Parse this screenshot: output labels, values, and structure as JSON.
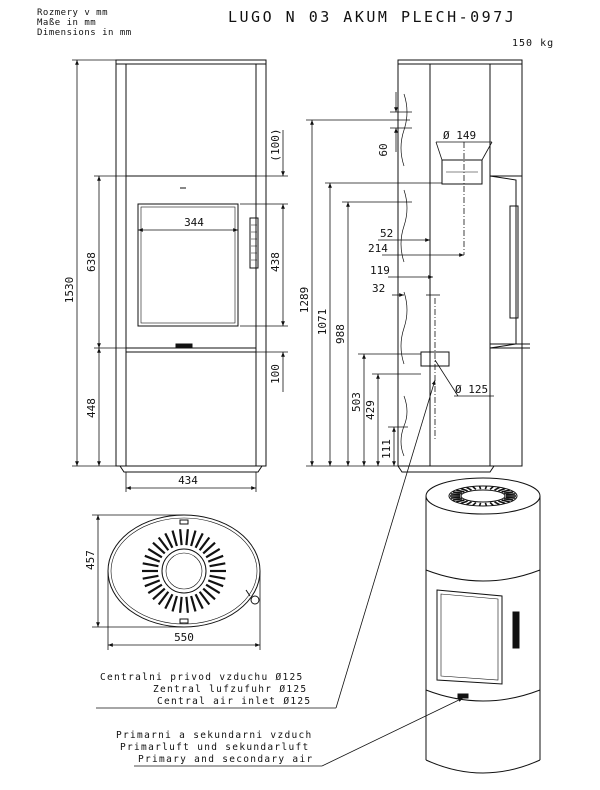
{
  "header": {
    "units": [
      "Rozmery v mm",
      "Maße in mm",
      "Dimensions in mm"
    ],
    "title": "LUGO N 03 AKUM PLECH-097J",
    "weight": "150 kg"
  },
  "front_view": {
    "dims": {
      "total_height": "1530",
      "upper_height": "638",
      "lower_height": "448",
      "top_gap": "(100)",
      "door_height": "438",
      "bottom_gap": "100",
      "door_width": "344",
      "total_width": "434"
    }
  },
  "side_view": {
    "dims": {
      "h_1289": "1289",
      "h_1071": "1071",
      "h_988": "988",
      "h_503": "503",
      "h_429": "429",
      "h_111": "111",
      "d_60": "60",
      "d_52": "52",
      "d_214": "214",
      "d_119": "119",
      "d_32": "32",
      "dia_149": "Ø 149",
      "dia_125": "Ø 125"
    }
  },
  "top_view": {
    "dims": {
      "depth": "457",
      "width": "550"
    }
  },
  "notes": {
    "air_inlet": [
      "Centralni privod vzduchu Ø125",
      "Zentral lufzufuhr Ø125",
      "Central air inlet Ø125"
    ],
    "primary_secondary": [
      "Primarni a sekundarni vzduch",
      "Primarluft und sekundarluft",
      "Primary and secondary air"
    ]
  }
}
